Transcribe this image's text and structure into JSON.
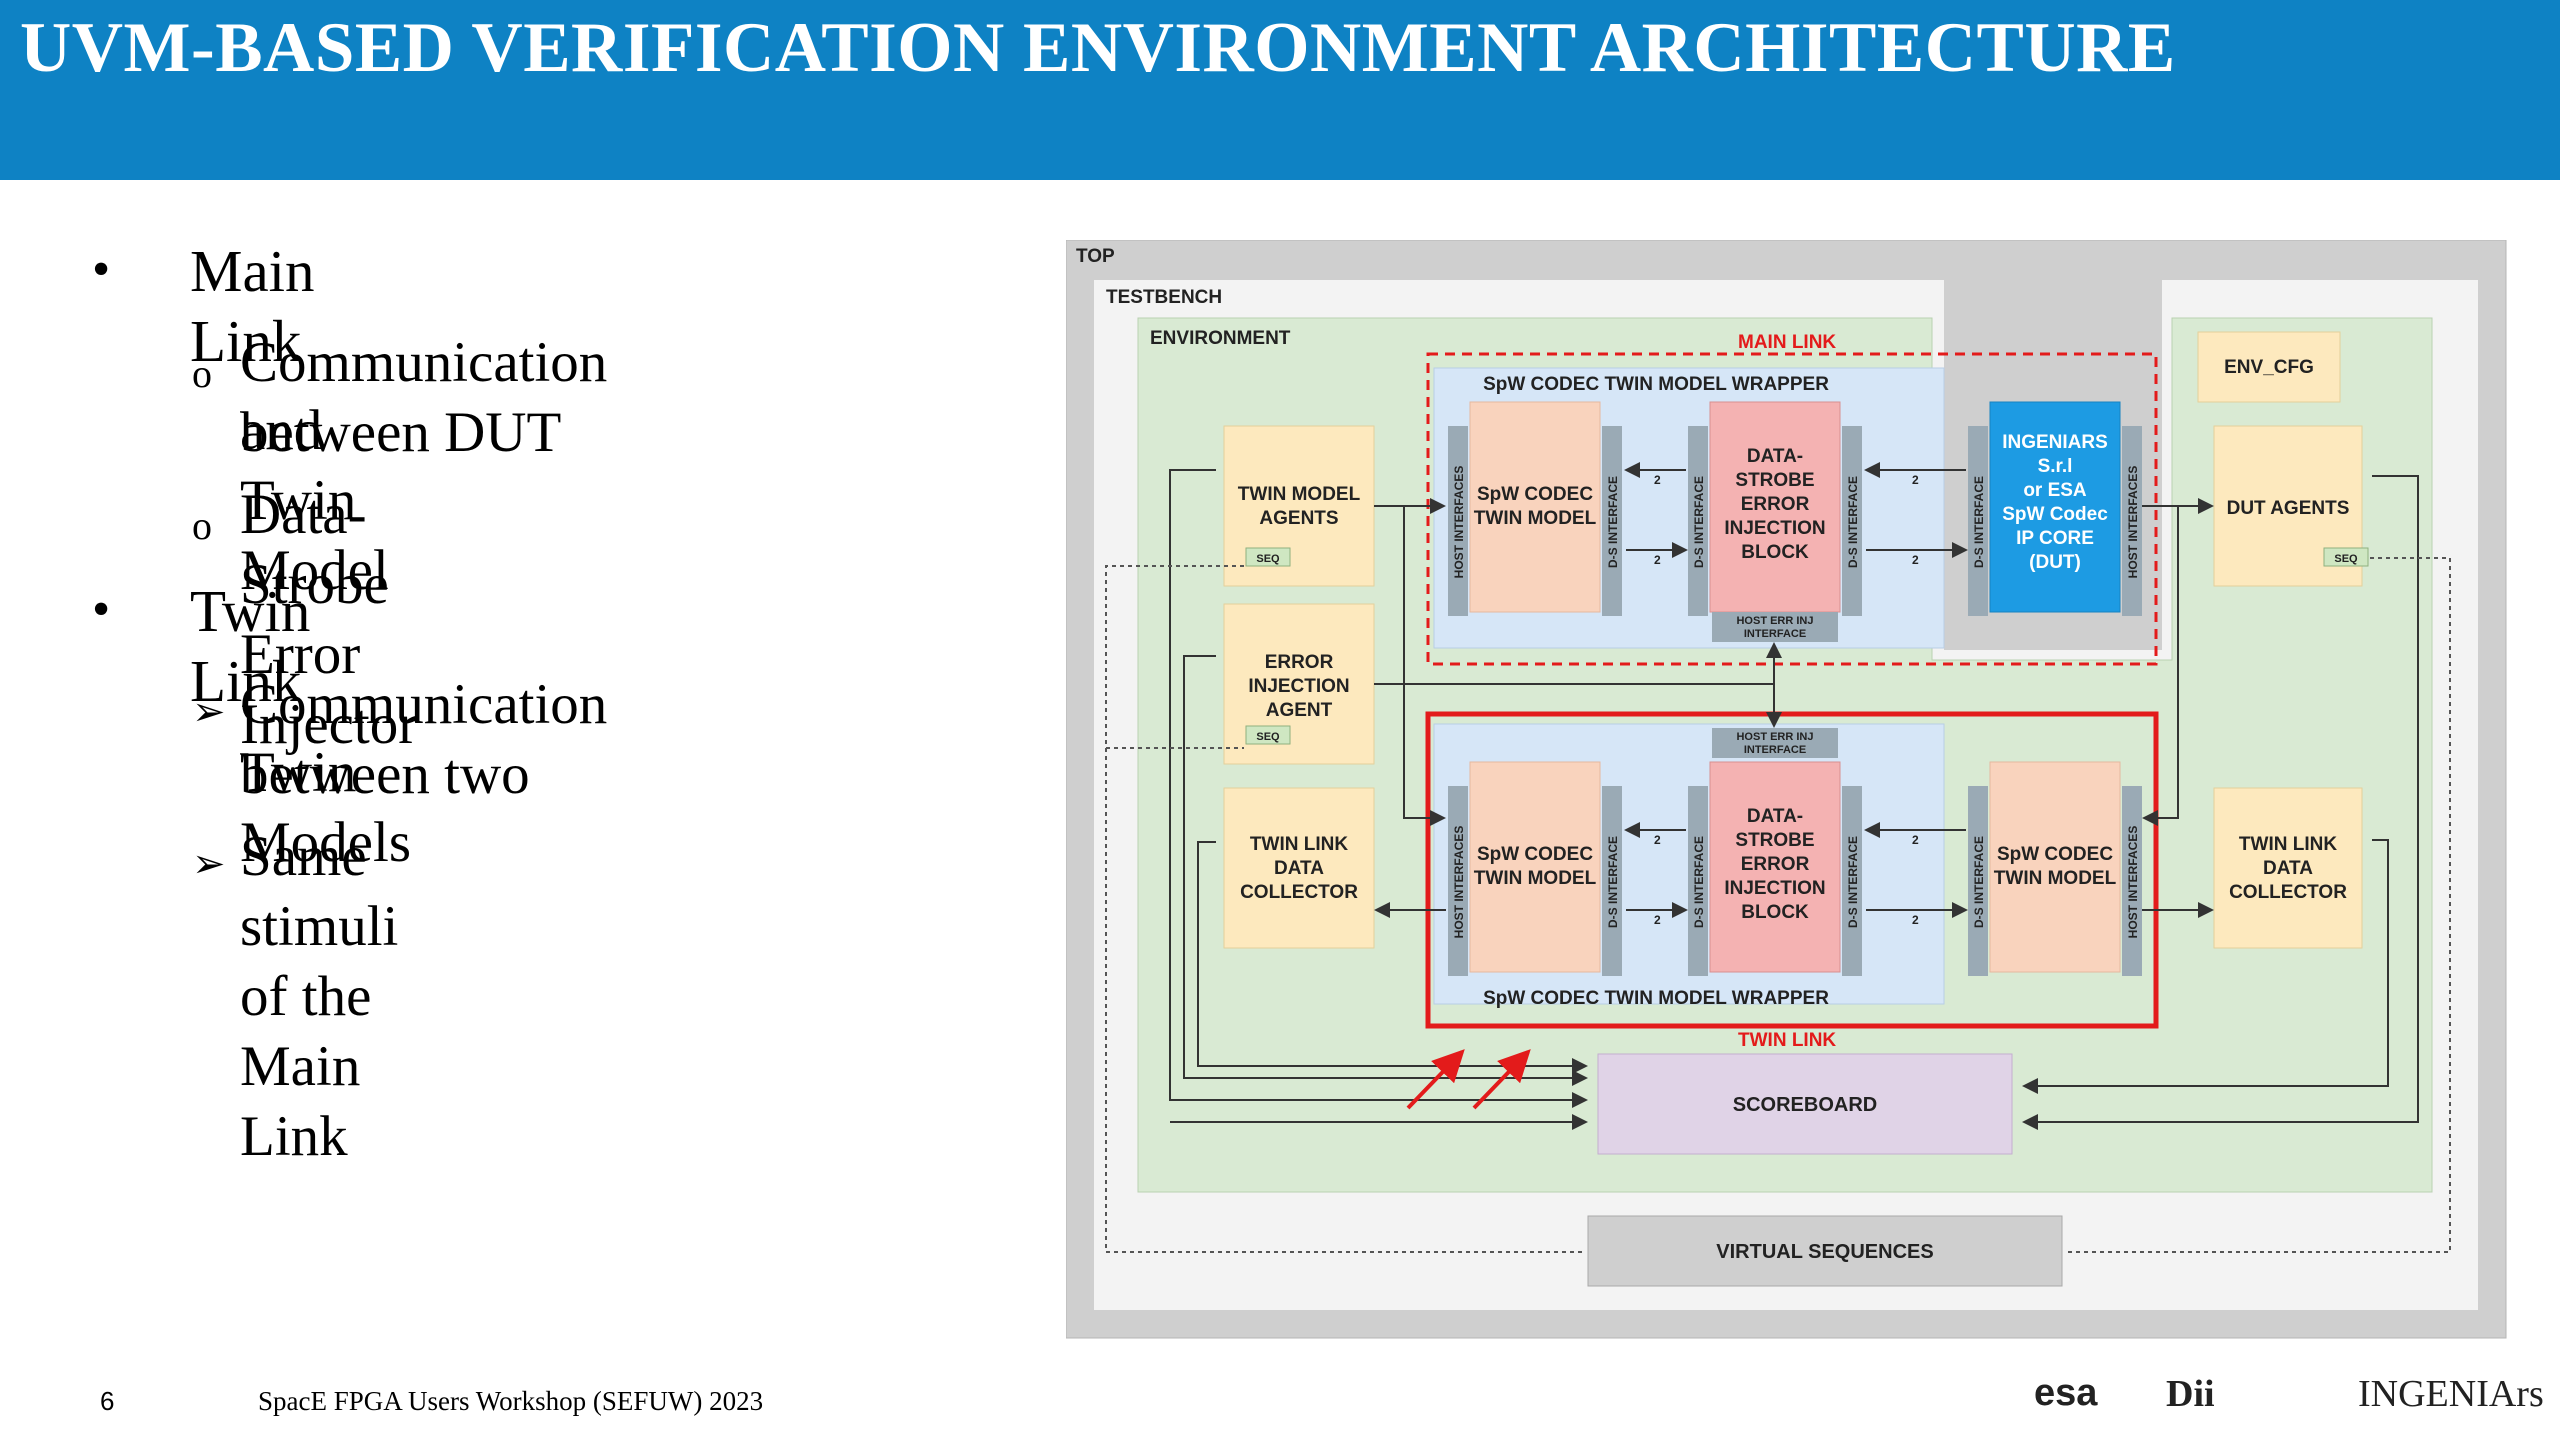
{
  "header": {
    "title": "UVM-BASED VERIFICATION ENVIRONMENT ARCHITECTURE"
  },
  "bullets": {
    "main": {
      "label": "Main Link",
      "subs": [
        "Communication between DUT",
        "and Twin Model",
        "Data-Strobe Error Injector"
      ]
    },
    "twin": {
      "label": "Twin Link",
      "subs": [
        "Communication between two",
        "Twin Models",
        "Same stimuli of the Main Link"
      ]
    }
  },
  "diagram": {
    "top": "TOP",
    "testbench": "TESTBENCH",
    "environment": "ENVIRONMENT",
    "main_link_label": "MAIN LINK",
    "twin_link_label": "TWIN LINK",
    "wrapper_top": "SpW CODEC TWIN MODEL WRAPPER",
    "wrapper_bottom": "SpW CODEC TWIN MODEL WRAPPER",
    "env_cfg": "ENV_CFG",
    "twin_model_agents": [
      "TWIN MODEL",
      "AGENTS"
    ],
    "error_injection_agent": [
      "ERROR",
      "INJECTION",
      "AGENT"
    ],
    "twin_link_collector_left": [
      "TWIN LINK",
      "DATA",
      "COLLECTOR"
    ],
    "twin_link_collector_right": [
      "TWIN LINK",
      "DATA",
      "COLLECTOR"
    ],
    "dut_agents": "DUT AGENTS",
    "seq": "SEQ",
    "codec_twin_model": [
      "SpW CODEC",
      "TWIN MODEL"
    ],
    "codec_twin_model_right": [
      "SpW CODEC",
      "TWIN MODEL"
    ],
    "error_block": [
      "DATA-",
      "STROBE",
      "ERROR",
      "INJECTION",
      "BLOCK"
    ],
    "dut_block": [
      "INGENIARS",
      "S.r.l",
      "or ESA",
      "SpW Codec",
      "IP CORE",
      "(DUT)"
    ],
    "host_interfaces": "HOST INTERFACES",
    "ds_interface": "D-S INTERFACE",
    "host_err_inj": [
      "HOST ERR INJ",
      "INTERFACE"
    ],
    "bus_width": "2",
    "scoreboard": "SCOREBOARD",
    "virtual_sequences": "VIRTUAL SEQUENCES"
  },
  "footer": {
    "page_number": "6",
    "event": "SpacE FPGA Users Workshop (SEFUW) 2023",
    "logo_esa": "esa",
    "logo_dii": "Dii",
    "logo_ingeniars": "INGENIArs"
  },
  "colors": {
    "header": "#0e82c4",
    "environment": "#d9ead3",
    "agent": "#fde9be",
    "wrapper": "#d6e6f7",
    "codec": "#f9d3bd",
    "error_block": "#f4b2b2",
    "dut": "#1d9be3",
    "scoreboard": "#e0d3e7",
    "highlight": "#e31b1b"
  }
}
